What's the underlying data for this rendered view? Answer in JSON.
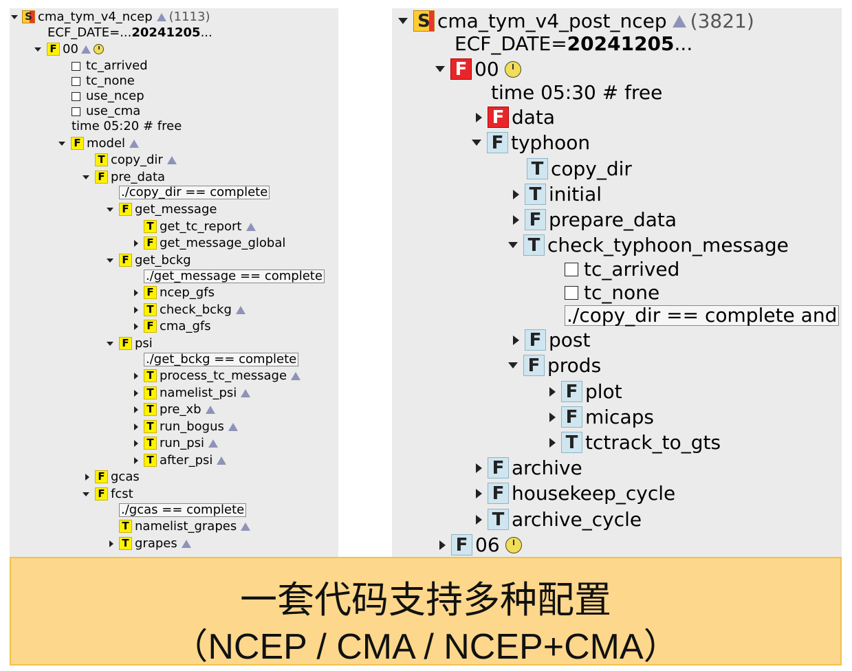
{
  "left_tree": {
    "suite": {
      "badge": "S",
      "name": "cma_tym_v4_ncep",
      "count": "(1113)"
    },
    "ecf_date": {
      "prefix": "ECF_DATE=... ",
      "value": "20241205",
      "suffix": " ..."
    },
    "f00": {
      "badge": "F",
      "name": "00"
    },
    "events": [
      "tc_arrived",
      "tc_none",
      "use_ncep",
      "use_cma"
    ],
    "time": "time 05:20 # free",
    "model": {
      "badge": "F",
      "name": "model"
    },
    "copy_dir": {
      "badge": "T",
      "name": "copy_dir"
    },
    "pre_data": {
      "badge": "F",
      "name": "pre_data",
      "trigger": "./copy_dir == complete"
    },
    "get_message": {
      "badge": "F",
      "name": "get_message"
    },
    "get_tc_report": {
      "badge": "T",
      "name": "get_tc_report"
    },
    "get_message_global": {
      "badge": "F",
      "name": "get_message_global"
    },
    "get_bckg": {
      "badge": "F",
      "name": "get_bckg",
      "trigger": "./get_message == complete"
    },
    "ncep_gfs": {
      "badge": "F",
      "name": "ncep_gfs"
    },
    "check_bckg": {
      "badge": "T",
      "name": "check_bckg"
    },
    "cma_gfs": {
      "badge": "F",
      "name": "cma_gfs"
    },
    "psi": {
      "badge": "F",
      "name": "psi",
      "trigger": "./get_bckg == complete"
    },
    "psi_tasks": [
      {
        "badge": "T",
        "name": "process_tc_message"
      },
      {
        "badge": "T",
        "name": "namelist_psi"
      },
      {
        "badge": "T",
        "name": "pre_xb"
      },
      {
        "badge": "T",
        "name": "run_bogus"
      },
      {
        "badge": "T",
        "name": "run_psi"
      },
      {
        "badge": "T",
        "name": "after_psi"
      }
    ],
    "gcas": {
      "badge": "F",
      "name": "gcas"
    },
    "fcst": {
      "badge": "F",
      "name": "fcst",
      "trigger": "./gcas == complete"
    },
    "namelist_grapes": {
      "badge": "T",
      "name": "namelist_grapes"
    },
    "grapes": {
      "badge": "T",
      "name": "grapes"
    }
  },
  "right_tree": {
    "suite": {
      "badge": "S",
      "name": "cma_tym_v4_post_ncep",
      "count": "(3821)"
    },
    "ecf_date": {
      "prefix": "ECF_DATE= ",
      "value": "20241205",
      "suffix": " ..."
    },
    "f00": {
      "badge": "F",
      "name": "00"
    },
    "time": "time 05:30 # free",
    "data": {
      "badge": "F",
      "name": "data"
    },
    "typhoon": {
      "badge": "F",
      "name": "typhoon"
    },
    "copy_dir": {
      "badge": "T",
      "name": "copy_dir"
    },
    "initial": {
      "badge": "T",
      "name": "initial"
    },
    "prepare_data": {
      "badge": "F",
      "name": "prepare_data"
    },
    "check_typhoon_message": {
      "badge": "T",
      "name": "check_typhoon_message"
    },
    "events": [
      "tc_arrived",
      "tc_none"
    ],
    "trigger": "./copy_dir == complete and",
    "post": {
      "badge": "F",
      "name": "post"
    },
    "prods": {
      "badge": "F",
      "name": "prods"
    },
    "plot": {
      "badge": "F",
      "name": "plot"
    },
    "micaps": {
      "badge": "F",
      "name": "micaps"
    },
    "tctrack_to_gts": {
      "badge": "T",
      "name": "tctrack_to_gts"
    },
    "archive": {
      "badge": "F",
      "name": "archive"
    },
    "housekeep_cycle": {
      "badge": "F",
      "name": "housekeep_cycle"
    },
    "archive_cycle": {
      "badge": "T",
      "name": "archive_cycle"
    },
    "f06": {
      "badge": "F",
      "name": "06"
    }
  },
  "banner": {
    "line1": "一套代码支持多种配置",
    "line2": "（NCEP / CMA / NCEP+CMA）"
  },
  "colors": {
    "yellow_badge": "#fff200",
    "red_badge": "#e8262a",
    "blue_badge": "#cfe5ef",
    "banner_bg": "#fdd78b"
  }
}
